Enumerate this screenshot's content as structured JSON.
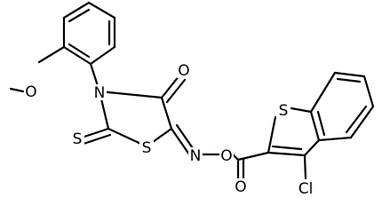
{
  "molecule": {
    "atoms": [
      {
        "id": "o_ome",
        "symbol": "O"
      },
      {
        "id": "n3",
        "symbol": "N"
      },
      {
        "id": "o_c4",
        "symbol": "O"
      },
      {
        "id": "s_thione",
        "symbol": "S"
      },
      {
        "id": "s1",
        "symbol": "S"
      },
      {
        "id": "n_oxime",
        "symbol": "N"
      },
      {
        "id": "o_oxime",
        "symbol": "O"
      },
      {
        "id": "o_ester",
        "symbol": "O"
      },
      {
        "id": "s_bt",
        "symbol": "S"
      },
      {
        "id": "cl",
        "symbol": "Cl"
      }
    ]
  }
}
